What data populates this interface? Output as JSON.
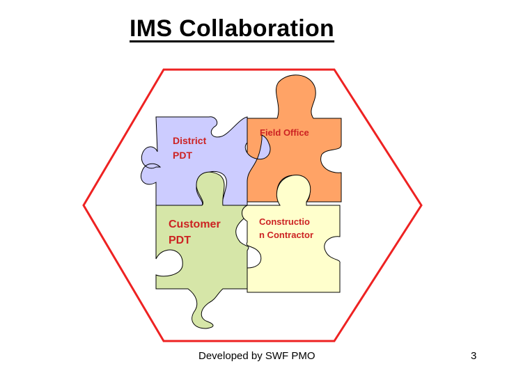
{
  "slide": {
    "title": "IMS Collaboration",
    "footer": "Developed by SWF PMO",
    "page_number": "3"
  },
  "pieces": {
    "district": {
      "line1": "District",
      "line2": "PDT",
      "color": "#ccccff"
    },
    "field_office": {
      "line1": "Field Office",
      "color": "#ffa366"
    },
    "customer": {
      "line1": "Customer",
      "line2": "PDT",
      "color": "#d6e6a8"
    },
    "construction": {
      "line1": "Constructio",
      "line2": "n Contractor",
      "color": "#ffffcc"
    }
  },
  "colors": {
    "hexagon_stroke": "#ee2222",
    "label_text": "#cc2222"
  }
}
